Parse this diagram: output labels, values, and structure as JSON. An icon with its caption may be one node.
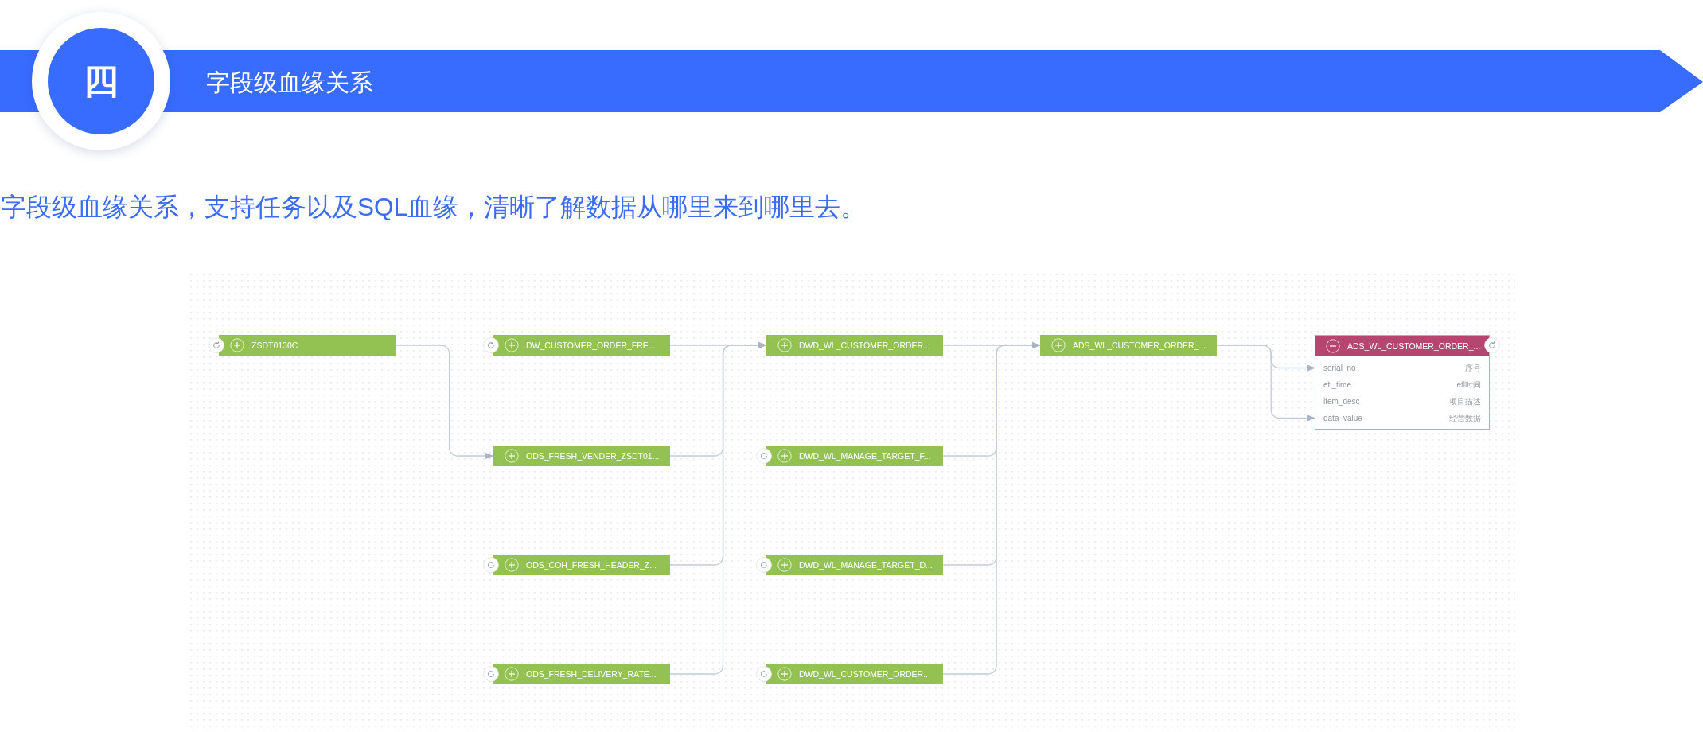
{
  "diagram": {
    "title": "字段级血缘关系",
    "caption": "字段级血缘关系，支持任务以及SQL血缘，清晰了解数据从哪里来到哪里去。",
    "nodes": [
      {
        "text": [
          "ZSDT0130C"
        ]
      },
      {
        "text": [
          "DW_CUSTOMER_ORDER_FRE..."
        ]
      },
      {
        "text": [
          "ODS_FRESH_VENDER_ZSDT01..."
        ]
      },
      {
        "text": [
          "ODS_COH_FRESH_HEADER_Z..."
        ]
      },
      {
        "text": [
          "ODS_FRESH_DELIVERY_RATE..."
        ]
      },
      {
        "text": [
          "DWD_WL_CUSTOMER_ORDER..."
        ]
      },
      {
        "text": [
          "DWD_WL_MANAGE_TARGET_F..."
        ]
      },
      {
        "text": [
          "DWD_WL_MANAGE_TARGET_D..."
        ]
      },
      {
        "text": [
          "DWD_WL_CUSTOMER_ORDER..."
        ]
      },
      {
        "text": [
          "ADS_WL_CUSTOMER_ORDER_..."
        ]
      },
      {
        "text": [
          "ADS_WL_CUSTOMER_ORDER_..."
        ]
      },
      {
        "text": [
          "serial_no",
          "序号"
        ],
        "in": 10
      },
      {
        "text": [
          "etl_time",
          "etl时间"
        ],
        "in": 10
      },
      {
        "text": [
          "item_desc",
          "项目描述"
        ],
        "in": 10
      },
      {
        "text": [
          "data_value",
          "经营数据"
        ],
        "in": 10
      }
    ],
    "edges": [
      {
        "from": 0,
        "to": 2,
        "arrow": "to"
      },
      {
        "from": 1,
        "to": 5,
        "arrow": "to"
      },
      {
        "from": 2,
        "to": 5,
        "arrow": "to"
      },
      {
        "from": 3,
        "to": 5,
        "arrow": "to"
      },
      {
        "from": 4,
        "to": 5,
        "arrow": "to"
      },
      {
        "from": 5,
        "to": 9,
        "arrow": "to"
      },
      {
        "from": 6,
        "to": 9,
        "arrow": "to"
      },
      {
        "from": 7,
        "to": 9,
        "arrow": "to"
      },
      {
        "from": 8,
        "to": 9,
        "arrow": "to"
      },
      {
        "from": 9,
        "to": 11,
        "arrow": "to"
      },
      {
        "from": 9,
        "to": 14,
        "arrow": "to"
      }
    ],
    "labels": [
      "四"
    ]
  }
}
